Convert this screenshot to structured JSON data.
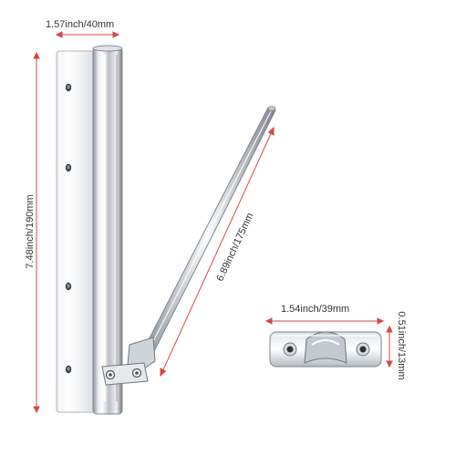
{
  "dimensions": {
    "hinge_width": "1.57inch/40mm",
    "hinge_height": "7.48inch/190mm",
    "arm_length": "6.89inch/175mm",
    "bracket_width": "1.54inch/39mm",
    "bracket_height": "0.51inch/13mm"
  },
  "colors": {
    "dimension_line": "#d04a4a",
    "metal_light": "#f4f6f8",
    "metal_mid": "#c9ced4",
    "metal_dark": "#7d848c"
  }
}
